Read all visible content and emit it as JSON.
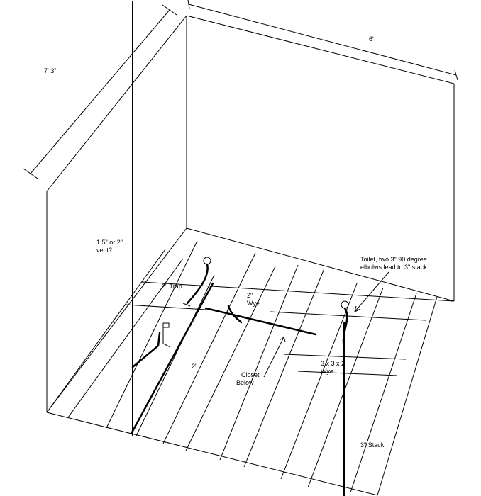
{
  "labels": {
    "height": "7' 3\"",
    "width": "6'",
    "vent": [
      "1.5\" or 2\"",
      "vent?"
    ],
    "trap": "2\" Trap",
    "wye2": [
      "2\"",
      "Wye"
    ],
    "toilet": [
      "Toilet, two 3\" 90 degree",
      "elbolws lead to 3\" stack."
    ],
    "two_inch": "2\"",
    "closet": [
      "Closet",
      "Below"
    ],
    "wye332": [
      "3 x 3 x 2",
      "Wye"
    ],
    "stack": "3\" Stack"
  }
}
